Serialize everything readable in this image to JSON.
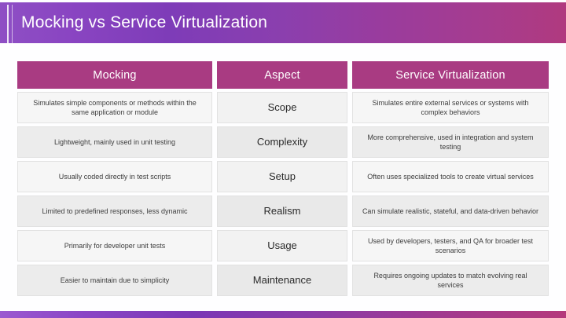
{
  "slide": {
    "title": "Mocking vs Service Virtualization",
    "accent_gradient_start": "#8e4fc4",
    "accent_gradient_end": "#b03a7f",
    "header_cell_color": "#a93b82",
    "row_tint_light": "#f6f6f6",
    "row_tint_dark": "#ececec"
  },
  "table": {
    "headers": [
      "Mocking",
      "Aspect",
      "Service Virtualization"
    ],
    "rows": [
      {
        "mocking": "Simulates simple components or methods within the same application or module",
        "aspect": "Scope",
        "service_virtualization": "Simulates  entire external services or systems with complex behaviors"
      },
      {
        "mocking": "Lightweight, mainly used in unit testing",
        "aspect": "Complexity",
        "service_virtualization": "More comprehensive, used in integration and system testing"
      },
      {
        "mocking": "Usually coded directly in test scripts",
        "aspect": "Setup",
        "service_virtualization": "Often uses specialized tools to create virtual services"
      },
      {
        "mocking": "Limited to predefined responses, less dynamic",
        "aspect": "Realism",
        "service_virtualization": "Can simulate realistic, stateful, and data-driven behavior"
      },
      {
        "mocking": "Primarily for developer unit tests",
        "aspect": "Usage",
        "service_virtualization": "Used by developers, testers, and QA for broader test scenarios"
      },
      {
        "mocking": "Easier to maintain due to simplicity",
        "aspect": "Maintenance",
        "service_virtualization": "Requires ongoing updates to match evolving real services"
      }
    ]
  }
}
